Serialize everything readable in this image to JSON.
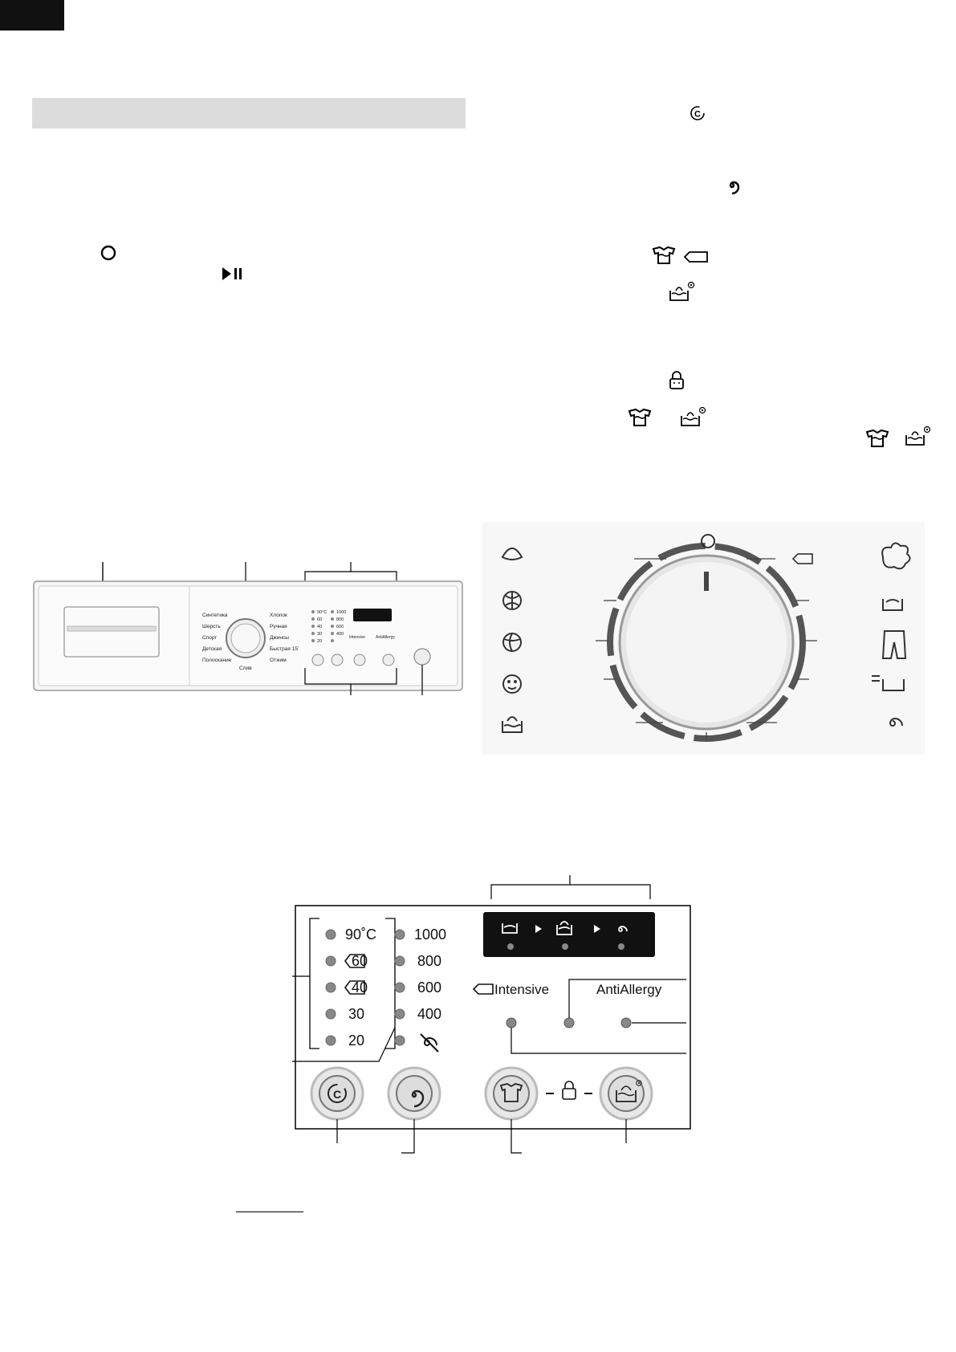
{
  "front_panel": {
    "dial_programs_left": [
      "Синтетика",
      "Шерсть",
      "Спорт",
      "Детская",
      "Полоскание"
    ],
    "dial_programs_right": [
      "Хлопок",
      "Ручная",
      "Джинсы",
      "Быстрая 15'",
      "Отжим"
    ],
    "dial_bottom_label": "Слив",
    "temperature_labels": [
      "90°C",
      "60",
      "40",
      "30",
      "20"
    ],
    "spin_labels": [
      "1000",
      "800",
      "600",
      "400"
    ],
    "option_labels": [
      "Intensive",
      "AntiAllergy"
    ]
  },
  "control_panel": {
    "temperatures": [
      "90˚C",
      "60",
      "40",
      "30",
      "20"
    ],
    "spin_speeds": [
      "1000",
      "800",
      "600",
      "400"
    ],
    "intensive_label": "Intensive",
    "antiallergy_label": "AntiAllergy"
  },
  "icons": {
    "power": "power-icon",
    "start_pause": "start-pause-icon",
    "temperature": "temperature-icon",
    "spin": "spin-icon",
    "prewash": "prewash-icon",
    "antiallergy": "antiallergy-icon",
    "child_lock": "child-lock-icon",
    "intensive": "intensive-icon"
  }
}
